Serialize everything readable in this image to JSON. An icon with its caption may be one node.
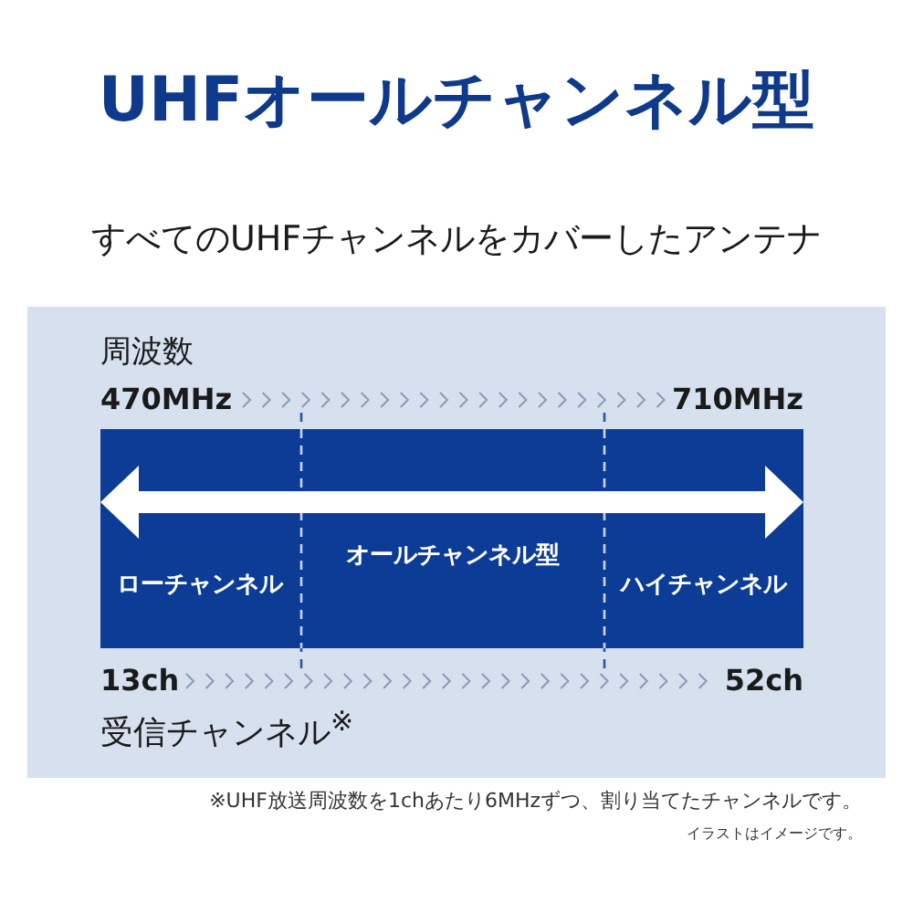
{
  "diagram": {
    "title": "UHFオールチャンネル型",
    "nodes": [
      {
        "text": [
          "オールチャンネル型"
        ]
      },
      {
        "text": [
          "ローチャンネル"
        ],
        "in": 0
      },
      {
        "text": [
          "ハイチャンネル"
        ],
        "in": 0
      }
    ],
    "edges": [],
    "labels": [
      "すべてのUHFチャンネルをカバーしたアンテナ",
      "周波数",
      "470MHz",
      "710MHz",
      "13ch",
      "52ch",
      "受信チャンネル$^{※}$",
      "※UHF放送周波数を1chあたり6MHzずつ、割り当てたチャンネルです。",
      "イラストはイメージです。"
    ]
  }
}
